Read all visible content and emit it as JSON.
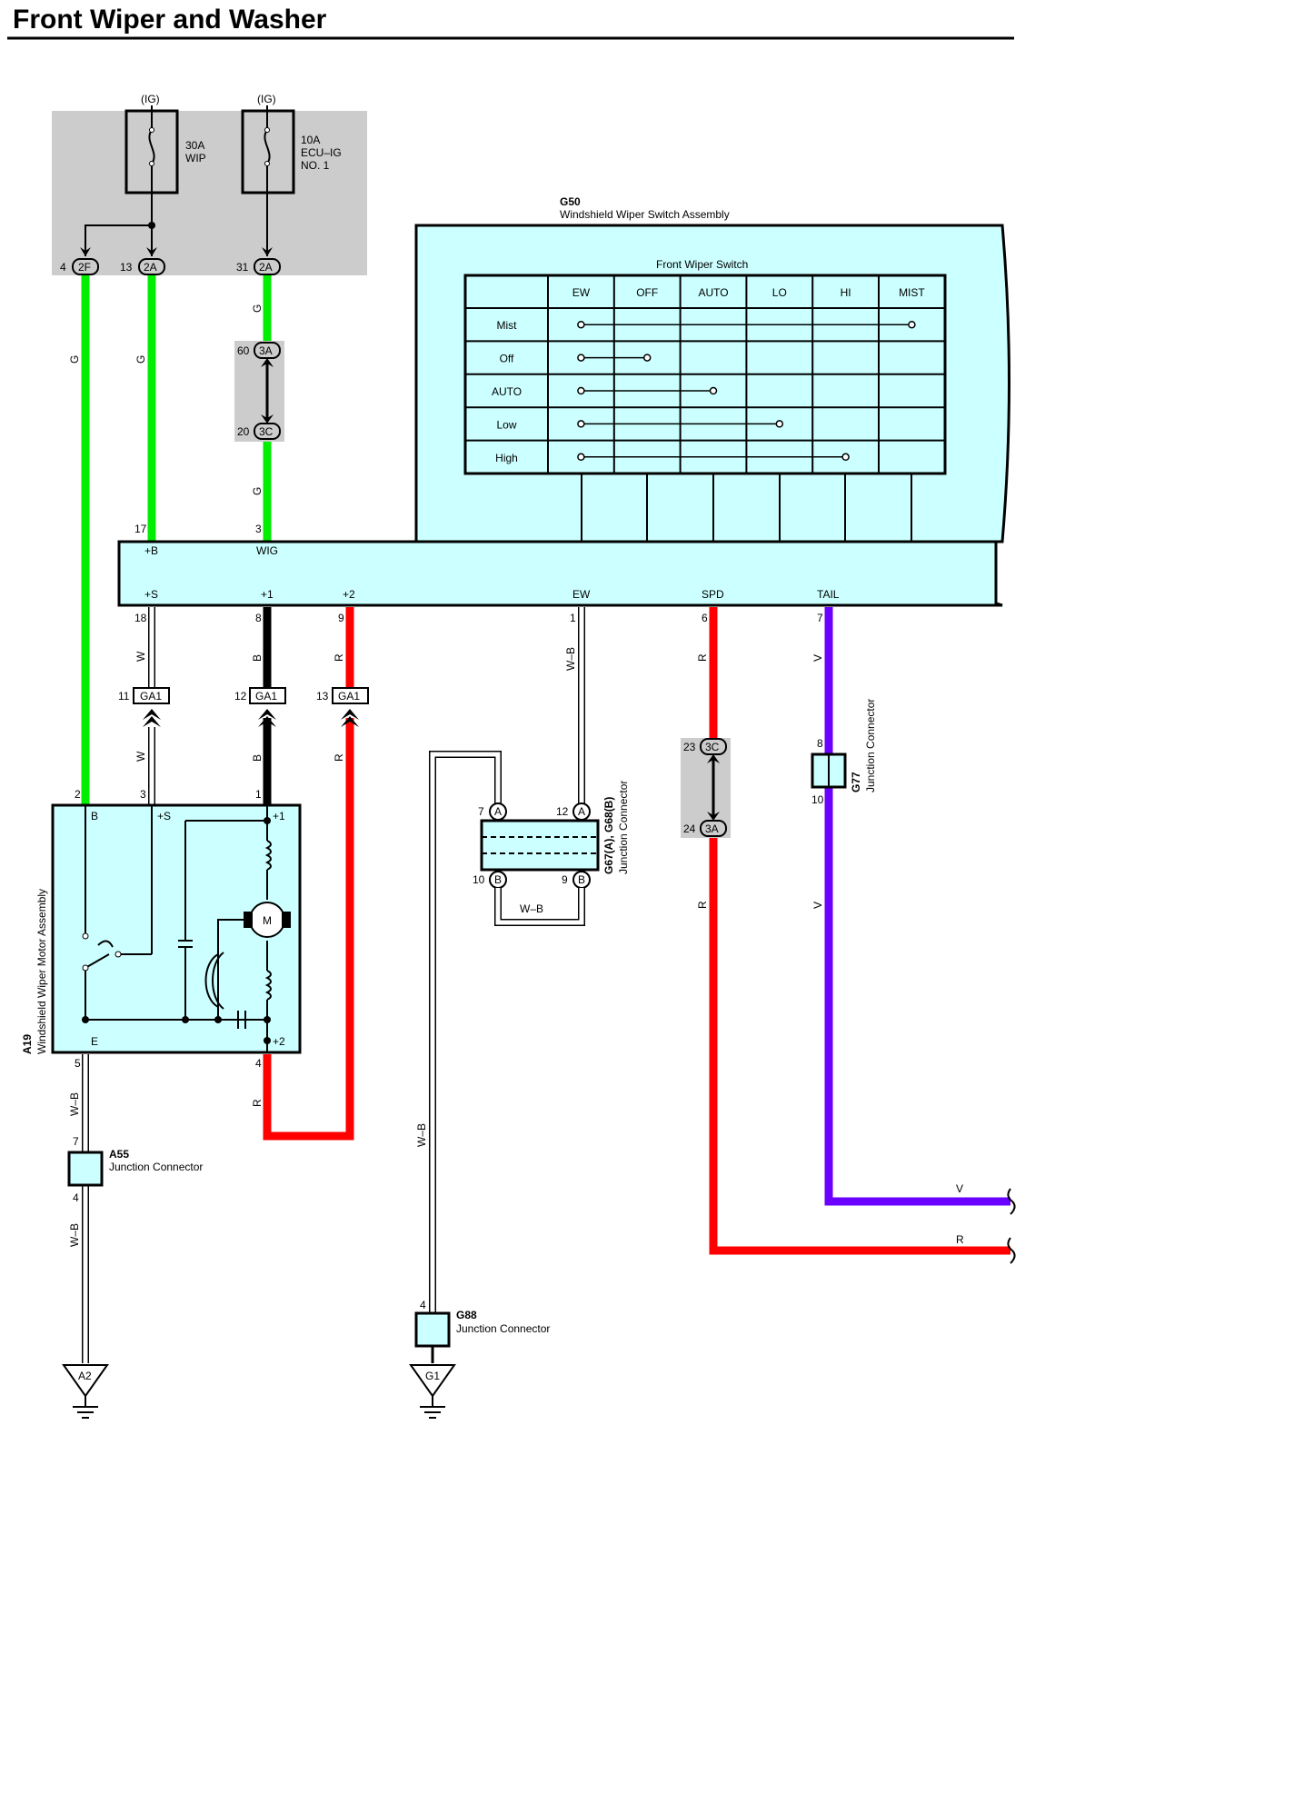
{
  "title": "Front Wiper and Washer",
  "power": {
    "ig_label": "(IG)",
    "fuse1": {
      "line1": "30A",
      "line2": "WIP"
    },
    "fuse2": {
      "line1": "10A",
      "line2": "ECU–IG",
      "line3": "NO. 1"
    }
  },
  "connectors": {
    "c2F": {
      "pin": "4",
      "code": "2F"
    },
    "c2A_13": {
      "pin": "13",
      "code": "2A"
    },
    "c2A_31": {
      "pin": "31",
      "code": "2A"
    },
    "c3A_60": {
      "pin": "60",
      "code": "3A"
    },
    "c3C_20": {
      "pin": "20",
      "code": "3C"
    },
    "c3C_23": {
      "pin": "23",
      "code": "3C"
    },
    "c3A_24": {
      "pin": "24",
      "code": "3A"
    },
    "ga1_11": {
      "pin": "11",
      "code": "GA1"
    },
    "ga1_12": {
      "pin": "12",
      "code": "GA1"
    },
    "ga1_13": {
      "pin": "13",
      "code": "GA1"
    }
  },
  "wire_colors": {
    "green": "G",
    "white": "W",
    "black": "B",
    "red": "R",
    "violet": "V",
    "white_black": "W–B"
  },
  "colors": {
    "green": "#00ee00",
    "red": "#ff0000",
    "violet": "#6a00ff",
    "black": "#000000",
    "component_fill": "#ccffff",
    "block_fill": "#cccccc"
  },
  "switch_assembly": {
    "id": "G50",
    "name": "Windshield Wiper Switch Assembly",
    "table_title": "Front Wiper Switch",
    "columns": [
      "EW",
      "OFF",
      "AUTO",
      "LO",
      "HI",
      "MIST"
    ],
    "rows": [
      "Mist",
      "Off",
      "AUTO",
      "Low",
      "High"
    ],
    "top_pins": [
      {
        "num": "17",
        "label": "+B"
      },
      {
        "num": "3",
        "label": "WIG"
      }
    ],
    "bottom_pins": [
      {
        "num": "18",
        "label": "+S"
      },
      {
        "num": "8",
        "label": "+1"
      },
      {
        "num": "9",
        "label": "+2"
      },
      {
        "num": "1",
        "label": "EW"
      },
      {
        "num": "6",
        "label": "SPD"
      },
      {
        "num": "7",
        "label": "TAIL"
      }
    ]
  },
  "motor": {
    "id": "A19",
    "name": "Windshield Wiper Motor Assembly",
    "pins": {
      "p2": "2",
      "p3": "3",
      "p1": "1",
      "p5": "5",
      "p4": "4"
    },
    "labels": {
      "b": "B",
      "s": "+S",
      "p1": "+1",
      "e": "E",
      "p2": "+2",
      "m": "M"
    }
  },
  "junctions": {
    "a55": {
      "id": "A55",
      "name": "Junction Connector",
      "top_pin": "7",
      "bottom_pin": "4"
    },
    "g67": {
      "id": "G67(A), G68(B)",
      "name": "Junction Connector",
      "pin_7": "7",
      "pin_12": "12",
      "pin_10": "10",
      "pin_9": "9",
      "code_a": "A",
      "code_b": "B"
    },
    "g77": {
      "id": "G77",
      "name": "Junction Connector",
      "top_pin": "8",
      "bottom_pin": "10"
    },
    "g88": {
      "id": "G88",
      "name": "Junction Connector",
      "top_pin": "4"
    }
  },
  "grounds": {
    "a2": "A2",
    "g1": "G1"
  }
}
